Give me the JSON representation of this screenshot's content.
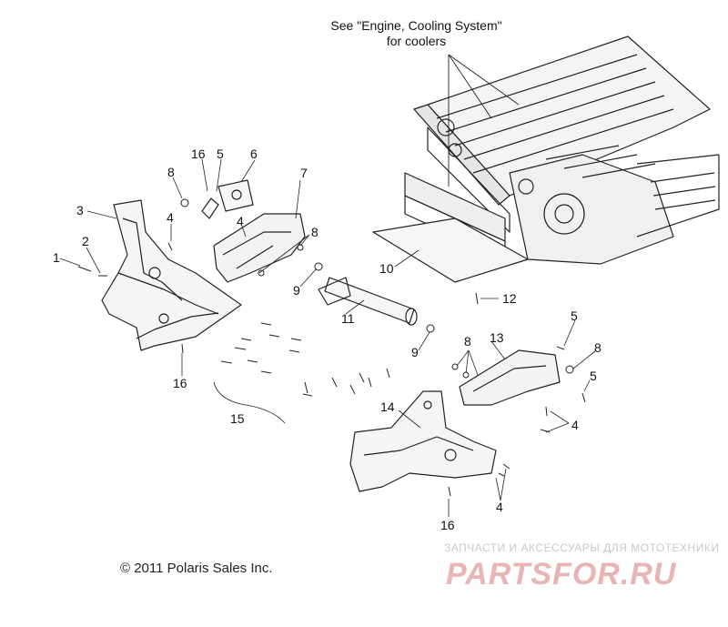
{
  "callout": {
    "line1": "See \"Engine, Cooling System\"",
    "line2": "for coolers"
  },
  "labels": {
    "p1": "1",
    "p2": "2",
    "p3": "3",
    "p4a": "4",
    "p4b": "4",
    "p4c": "4",
    "p4d": "4",
    "p5a": "5",
    "p5b": "5",
    "p5c": "5",
    "p6": "6",
    "p7": "7",
    "p8a": "8",
    "p8b": "8",
    "p8c": "8",
    "p8d": "8",
    "p9a": "9",
    "p9b": "9",
    "p10": "10",
    "p11": "11",
    "p12": "12",
    "p13": "13",
    "p14": "14",
    "p15": "15",
    "p16a": "16",
    "p16b": "16",
    "p16c": "16"
  },
  "copyright": "© 2011 Polaris Sales Inc.",
  "watermark": {
    "tagline": "ЗАПЧАСТИ И АКСЕССУАРЫ ДЛЯ МОТОТЕХНИКИ",
    "logo": "PARTSFOR.RU"
  },
  "colors": {
    "line": "#222222",
    "watermark": "#e0a0a0"
  }
}
